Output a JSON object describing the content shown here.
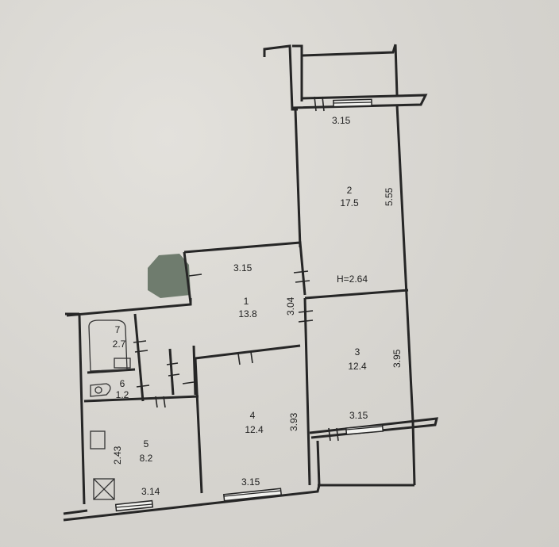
{
  "plan": {
    "height_label": "H=2.64",
    "rooms": [
      {
        "id": "1",
        "number": "1",
        "area": "13.8"
      },
      {
        "id": "2",
        "number": "2",
        "area": "17.5"
      },
      {
        "id": "3",
        "number": "3",
        "area": "12.4"
      },
      {
        "id": "4",
        "number": "4",
        "area": "12.4"
      },
      {
        "id": "5",
        "number": "5",
        "area": "8.2"
      },
      {
        "id": "6",
        "number": "6",
        "area": "1.2"
      },
      {
        "id": "7",
        "number": "7",
        "area": "2.7"
      }
    ],
    "dimensions": {
      "d_top_room2": "3.15",
      "d_room2_side": "5.55",
      "d_room1_top": "3.15",
      "d_room1_side": "3.04",
      "d_room3_side": "3.95",
      "d_room3_bottom": "3.15",
      "d_room4_side": "3.93",
      "d_room4_bottom": "3.15",
      "d_room5_bottom": "3.14",
      "d_room5_side": "2.43"
    }
  }
}
